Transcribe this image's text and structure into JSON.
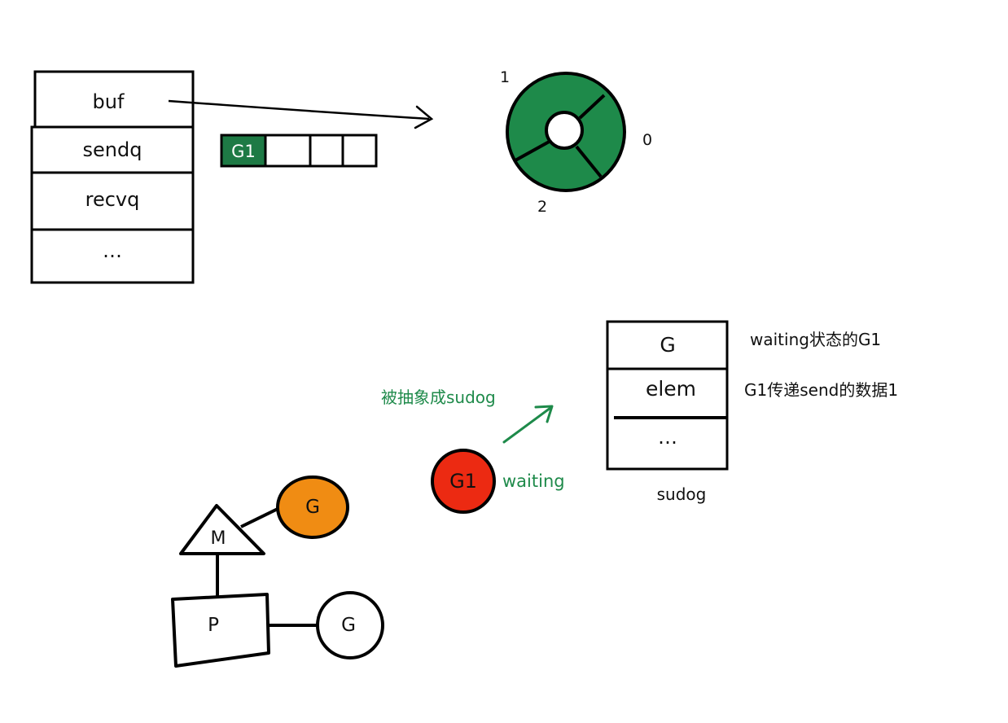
{
  "colors": {
    "ring_green": "#1e8a4a",
    "annotation_green": "#1e8a4a",
    "slot_green": "#1e7a45",
    "g1_red": "#ec2a12",
    "g_orange": "#f08c13",
    "line": "#000000"
  },
  "hchan": {
    "fields": [
      "buf",
      "sendq",
      "recvq",
      "…"
    ]
  },
  "sendq": {
    "slots": [
      "G1",
      "",
      "",
      ""
    ]
  },
  "ring_buffer": {
    "label_1": "1",
    "label_0": "0",
    "label_2": "2"
  },
  "sudog": {
    "fields": [
      "G",
      "elem",
      "…"
    ],
    "caption": "sudog",
    "note_g": "waiting状态的G1",
    "note_elem": "G1传递send的数据1"
  },
  "abstraction_label": "被抽象成sudog",
  "g1": {
    "label": "G1",
    "state": "waiting"
  },
  "gmp": {
    "m_label": "M",
    "m_goroutine": "G",
    "p_label": "P",
    "p_goroutine": "G"
  }
}
